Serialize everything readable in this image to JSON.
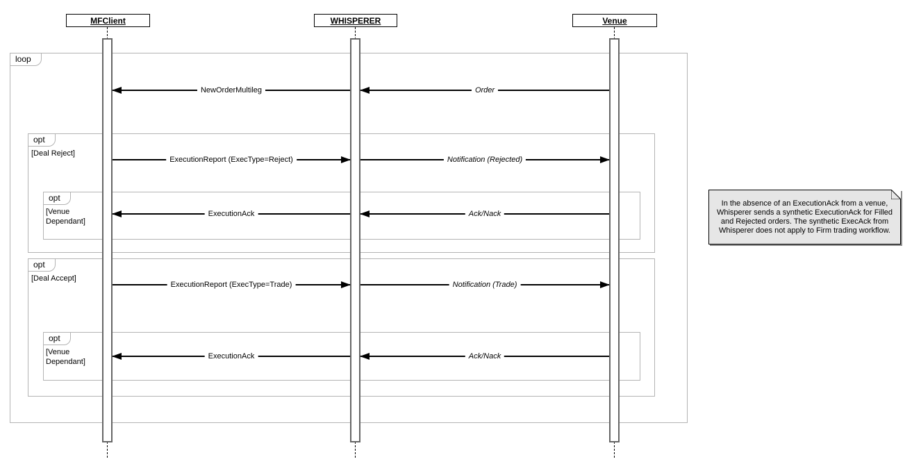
{
  "diagram": {
    "type": "uml-sequence-diagram",
    "actors": [
      {
        "name": "MFClient"
      },
      {
        "name": "WHISPERER"
      },
      {
        "name": "Venue"
      }
    ],
    "fragments": {
      "loop": {
        "operator": "loop"
      },
      "deal_reject": {
        "operator": "opt",
        "guard": "[Deal Reject]"
      },
      "venue_dependant_1": {
        "operator": "opt",
        "guard": "[Venue Dependant]"
      },
      "deal_accept": {
        "operator": "opt",
        "guard": "[Deal Accept]"
      },
      "venue_dependant_2": {
        "operator": "opt",
        "guard": "[Venue Dependant]"
      }
    },
    "messages": [
      {
        "label": "NewOrderMultileg",
        "from": "WHISPERER",
        "to": "MFClient"
      },
      {
        "label": "Order",
        "from": "Venue",
        "to": "WHISPERER"
      },
      {
        "label": "ExecutionReport (ExecType=Reject)",
        "from": "MFClient",
        "to": "WHISPERER"
      },
      {
        "label": "Notification (Rejected)",
        "from": "WHISPERER",
        "to": "Venue"
      },
      {
        "label": "ExecutionAck",
        "from": "WHISPERER",
        "to": "MFClient"
      },
      {
        "label": "Ack/Nack",
        "from": "Venue",
        "to": "WHISPERER"
      },
      {
        "label": "ExecutionReport (ExecType=Trade)",
        "from": "MFClient",
        "to": "WHISPERER"
      },
      {
        "label": "Notification (Trade)",
        "from": "WHISPERER",
        "to": "Venue"
      },
      {
        "label": "ExecutionAck",
        "from": "WHISPERER",
        "to": "MFClient"
      },
      {
        "label": "Ack/Nack",
        "from": "Venue",
        "to": "WHISPERER"
      }
    ],
    "note": {
      "text": "In the absence of an ExecutionAck from a venue, Whisperer sends a synthetic ExecutionAck for Filled and Rejected orders. The synthetic ExecAck from Whisperer does not apply to Firm trading workflow.",
      "background": "#e6e6e6",
      "border": "#000000"
    },
    "colors": {
      "background": "#ffffff",
      "fragment_border": "#b3b3b3",
      "message_line": "#000000"
    }
  }
}
